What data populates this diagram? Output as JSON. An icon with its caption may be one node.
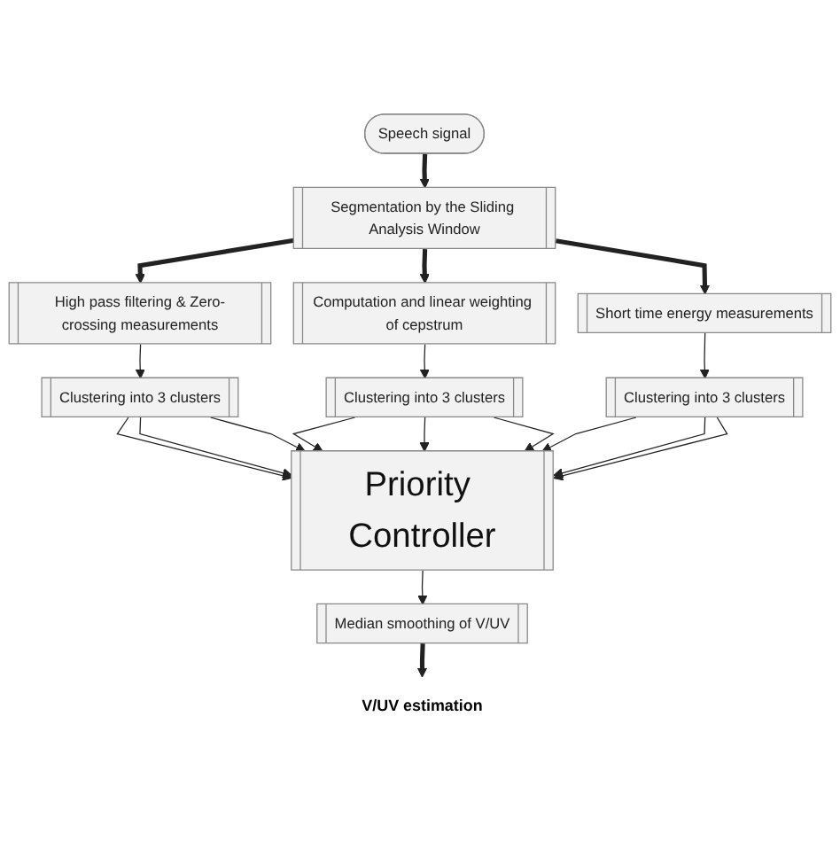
{
  "diagram": {
    "nodes": [
      {
        "text": [
          "Speech signal"
        ]
      },
      {
        "text": [
          "Segmentation by the Sliding Analysis Window"
        ]
      },
      {
        "text": [
          "High pass filtering & Zero-crossing measurements"
        ]
      },
      {
        "text": [
          "Computation and linear weighting of cepstrum"
        ]
      },
      {
        "text": [
          "Short time energy measurements"
        ]
      },
      {
        "text": [
          "Clustering into 3 clusters"
        ]
      },
      {
        "text": [
          "Clustering into 3 clusters"
        ]
      },
      {
        "text": [
          "Clustering into 3 clusters"
        ]
      },
      {
        "text": [
          "Priority Controller"
        ]
      },
      {
        "text": [
          "Median smoothing of V/UV"
        ]
      },
      {
        "text": [
          "V/UV estimation"
        ]
      }
    ],
    "edges": [
      {
        "from": 0,
        "to": 1,
        "arrow": "to",
        "style": "thick"
      },
      {
        "from": 1,
        "to": 2,
        "arrow": "to",
        "style": "thick"
      },
      {
        "from": 1,
        "to": 3,
        "arrow": "to",
        "style": "thick"
      },
      {
        "from": 1,
        "to": 4,
        "arrow": "to",
        "style": "thick"
      },
      {
        "from": 2,
        "to": 5,
        "arrow": "to"
      },
      {
        "from": 3,
        "to": 6,
        "arrow": "to"
      },
      {
        "from": 4,
        "to": 7,
        "arrow": "to"
      },
      {
        "from": 5,
        "to": 8,
        "arrow": "to"
      },
      {
        "from": 5,
        "to": 8,
        "arrow": "to"
      },
      {
        "from": 5,
        "to": 8,
        "arrow": "to"
      },
      {
        "from": 6,
        "to": 8,
        "arrow": "to"
      },
      {
        "from": 6,
        "to": 8,
        "arrow": "to"
      },
      {
        "from": 6,
        "to": 8,
        "arrow": "to"
      },
      {
        "from": 7,
        "to": 8,
        "arrow": "to"
      },
      {
        "from": 7,
        "to": 8,
        "arrow": "to"
      },
      {
        "from": 7,
        "to": 8,
        "arrow": "to"
      },
      {
        "from": 8,
        "to": 9,
        "arrow": "to"
      },
      {
        "from": 9,
        "to": 10,
        "arrow": "to",
        "style": "thick"
      }
    ]
  }
}
